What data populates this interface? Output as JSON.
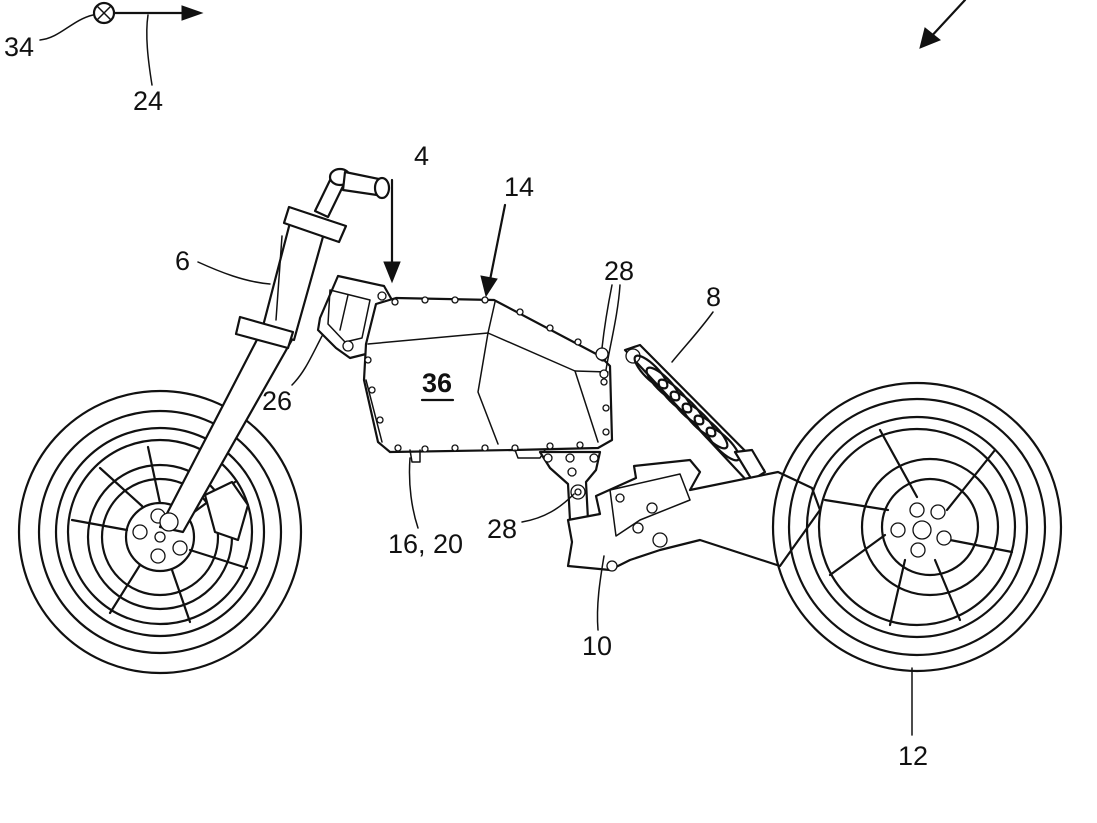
{
  "figure": {
    "labels": {
      "ref_34": "34",
      "ref_24": "24",
      "ref_4": "4",
      "ref_14": "14",
      "ref_6": "6",
      "ref_28_top": "28",
      "ref_8": "8",
      "ref_36": "36",
      "ref_26": "26",
      "ref_16_20": "16, 20",
      "ref_28_bottom": "28",
      "ref_10": "10",
      "ref_12": "12"
    }
  }
}
